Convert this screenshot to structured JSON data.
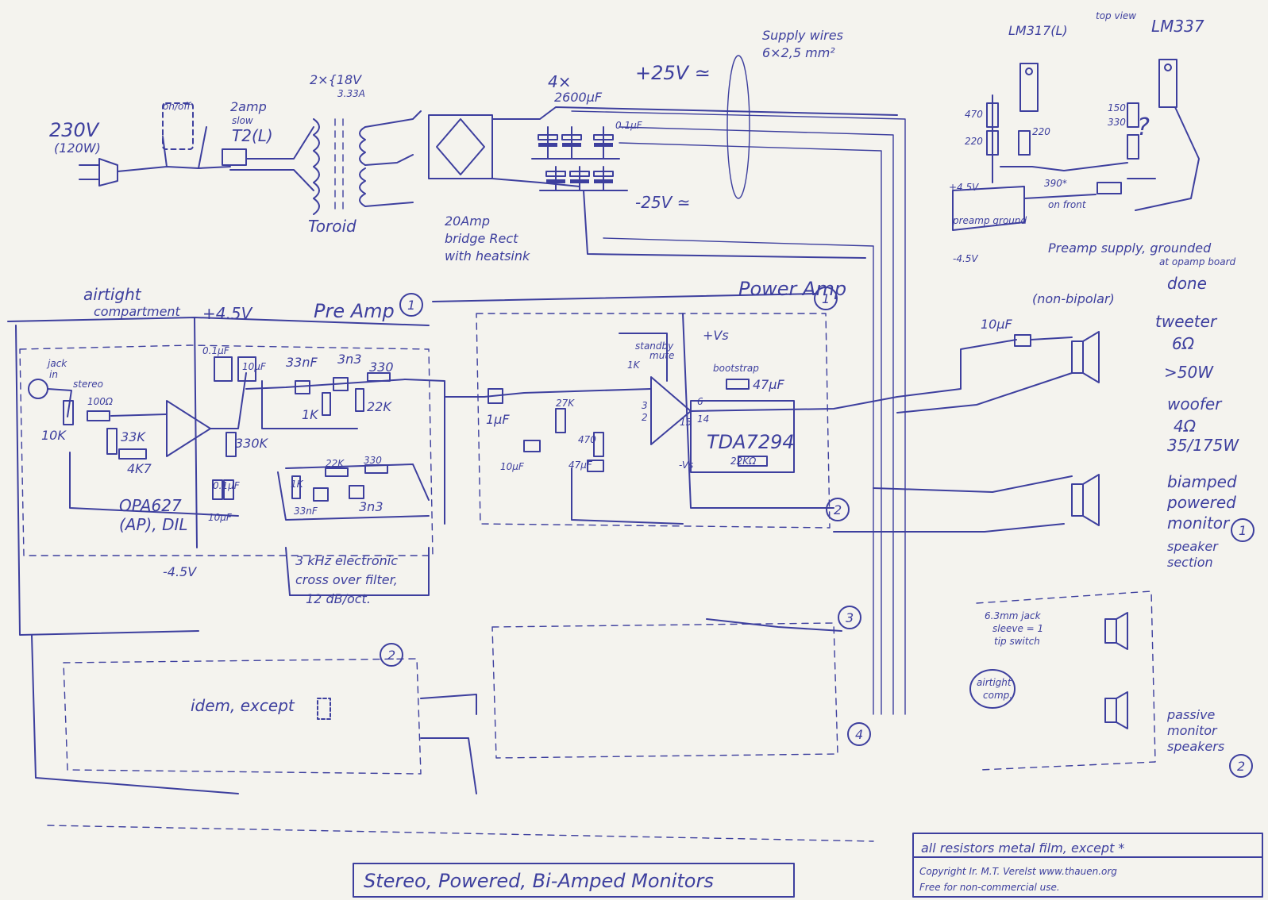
{
  "ink_color": "#3d3f9e",
  "paper_color": "#f4f3ee",
  "labels": {
    "mains_voltage": "230V",
    "mains_power": "(120W)",
    "switch": "on/off",
    "fuse_rating": "2amp",
    "fuse_type": "slow",
    "fuse_code": "T2(L)",
    "transformer_spec": "2×{18V",
    "transformer_current": "3.33A",
    "toroid": "Toroid",
    "caps_count": "4×",
    "caps_value": "2600µF",
    "cap_small": "0.1µF",
    "plus_rail": "+25V ≃",
    "minus_rail": "-25V ≃",
    "rectifier_line1": "20Amp",
    "rectifier_line2": "bridge Rect",
    "rectifier_line3": "with heatsink",
    "supply_wires_line1": "Supply wires",
    "supply_wires_line2": "6×2,5 mm²",
    "reg1": "LM317(L)",
    "top_view": "top view",
    "reg2": "LM337",
    "r470": "470",
    "r220a": "220",
    "r220b": "220",
    "r150": "150",
    "r330": "330",
    "question": "?",
    "plus45": "+4.5V",
    "r390": "390*",
    "on_front": "on front",
    "preamp_ground": "preamp ground",
    "minus45": "-4.5V",
    "preamp_supply_line1": "Preamp supply, grounded",
    "preamp_supply_line2": "at opamp board",
    "airtight_line1": "airtight",
    "airtight_line2": "compartment",
    "plus45_pre": "+4.5V",
    "preamp_title": "Pre Amp",
    "preamp_num": "1",
    "poweramp_title": "Power Amp",
    "poweramp_num": "1",
    "jack_line1": "jack",
    "jack_line2": "in",
    "stereo": "stereo",
    "r100": "100Ω",
    "r10k": "10K",
    "r33k": "33K",
    "r4k7": "4K7",
    "c01": "0.1µF",
    "c10": "10µF",
    "c33n": "33nF",
    "c3n3": "3n3",
    "r330b": "330",
    "r1k": "1K",
    "r22k": "22K",
    "r330k": "330K",
    "r1k_b": "1K",
    "r22k_b": "22K",
    "r330_c": "330",
    "c33n_b": "33nF",
    "c3n3_b": "3n3",
    "opamp_line1": "OPA627",
    "opamp_line2": "(AP), DIL",
    "c01_b": "0.1µF",
    "c10_b": "10µF",
    "minus45_pre": "-4.5V",
    "crossover_line1": "3 kHz electronic",
    "crossover_line2": "cross over filter,",
    "crossover_line3": "12 dB/oct.",
    "c1u": "1µF",
    "c10u_pa": "10µF",
    "r27k": "27K",
    "r470_pa": "470",
    "c47": "47µF",
    "standby": "standby",
    "mute": "mute",
    "r1k_pa": "1K",
    "vs_plus": "+Vs",
    "vs_minus": "-Vs",
    "bootstrap": "bootstrap",
    "c47_b": "47µF",
    "tda": "TDA7294",
    "r22k_pa": "22KΩ",
    "pin2": "2",
    "pin3": "3",
    "pin6": "6",
    "pin14": "14",
    "pin15": "15",
    "c10_np": "10µF",
    "nonbipolar": "(non-bipolar)",
    "done": "done",
    "tweeter": "tweeter",
    "tweeter_ohm": "6Ω",
    "tweeter_w": ">50W",
    "woofer": "woofer",
    "woofer_ohm": "4Ω",
    "woofer_w": "35/175W",
    "biamp_line1": "biamped",
    "biamp_line2": "powered",
    "biamp_line3": "monitor",
    "biamp_num": "1",
    "speaker_line1": "speaker",
    "speaker_line2": "section",
    "circle2": "2",
    "circle2b": "2",
    "circle3": "3",
    "circle4": "4",
    "jack_out_line1": "6.3mm jack",
    "jack_out_line2": "sleeve = 1",
    "jack_out_line3": "tip switch",
    "airtight_comp_line1": "airtight",
    "airtight_comp_line2": "comp.",
    "idem": "idem, except",
    "passive_line1": "passive",
    "passive_line2": "monitor",
    "passive_line3": "speakers",
    "passive_num": "2",
    "note_resistors": "all resistors metal film, except *",
    "copyright": "Copyright  Ir. M.T. Verelst  www.thauen.org",
    "free_use": "Free for non-commercial use.",
    "main_title": "Stereo, Powered, Bi-Amped Monitors"
  }
}
